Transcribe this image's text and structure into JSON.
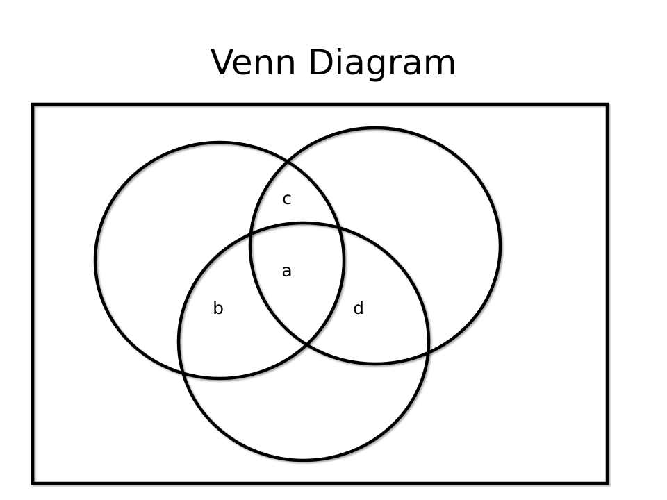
{
  "title": "Venn Diagram",
  "colors": {
    "stroke": "#000000",
    "background": "#ffffff"
  },
  "labels": {
    "a": "a",
    "b": "b",
    "c": "c",
    "d": "d"
  }
}
